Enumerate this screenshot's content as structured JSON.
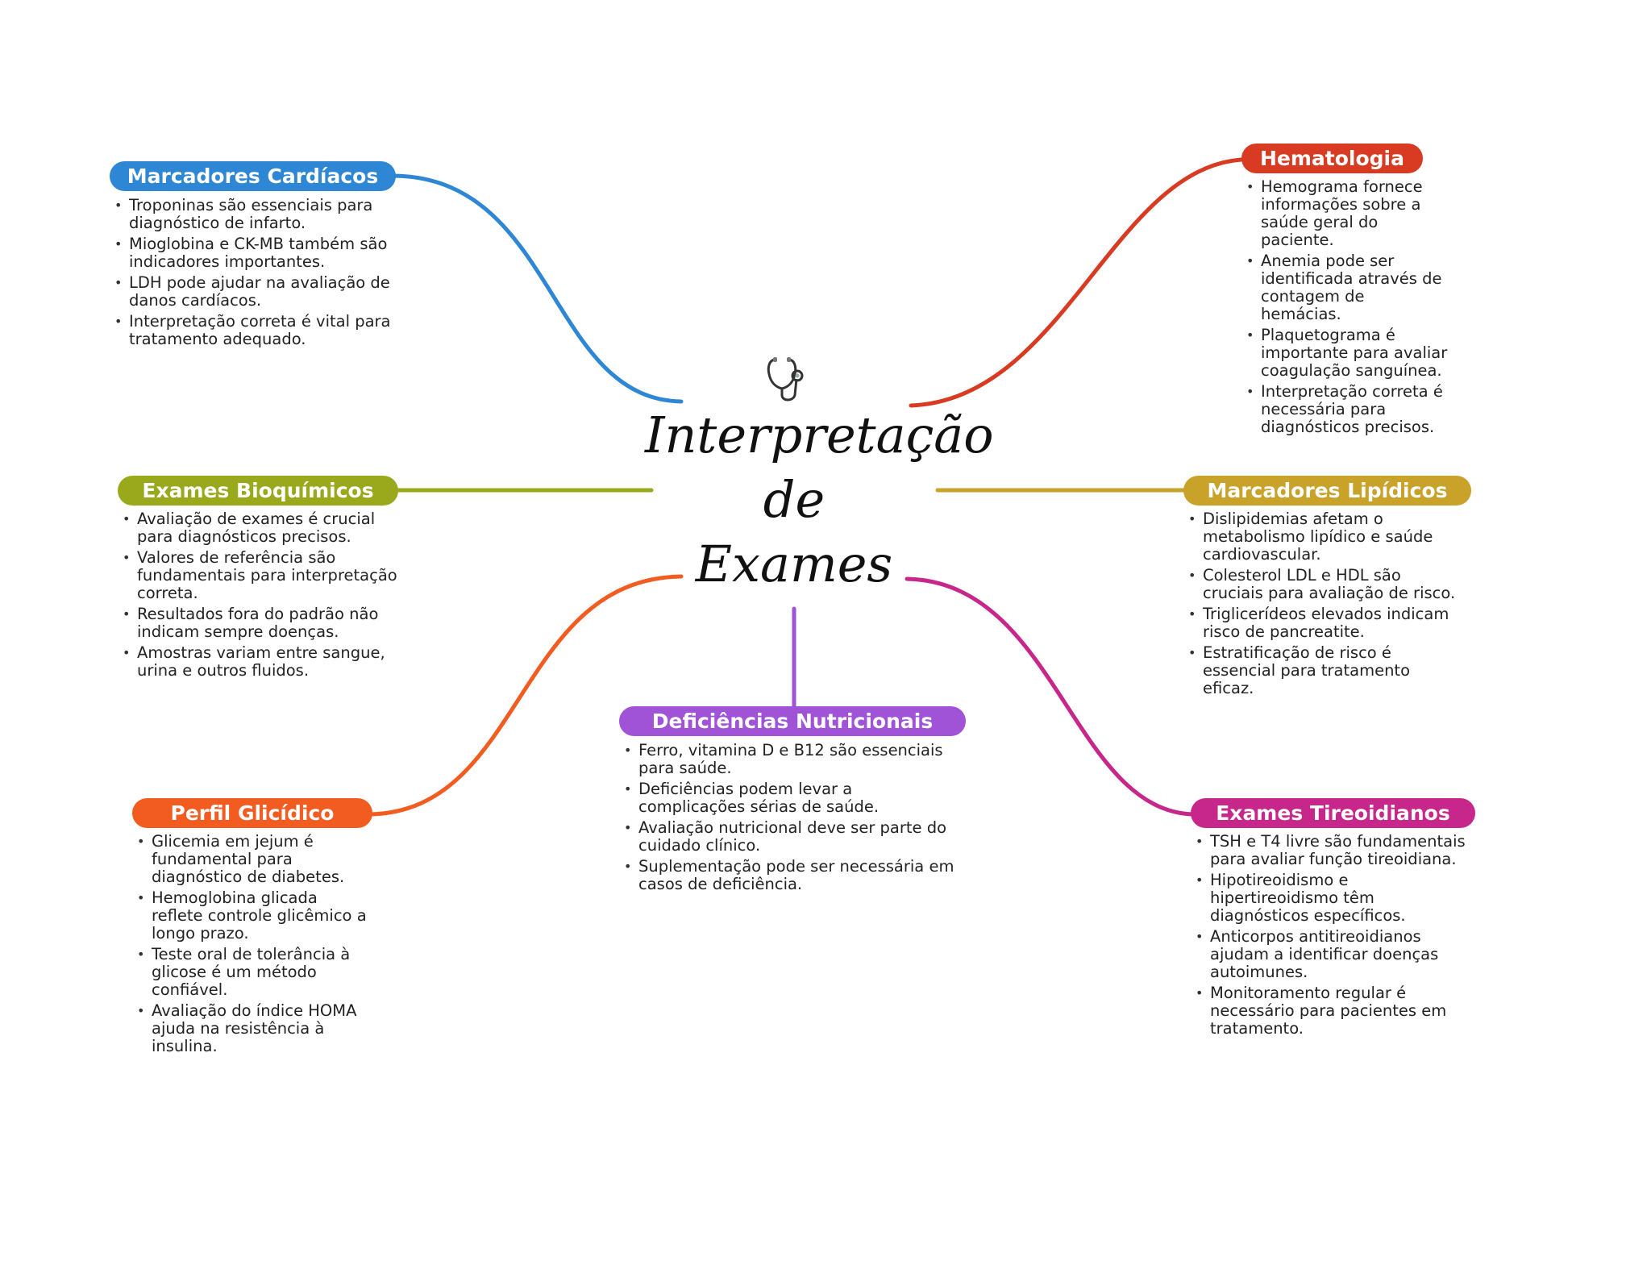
{
  "center": {
    "title_line1": "Interpretação",
    "title_line2": "de",
    "title_line3": "Exames",
    "icon": "stethoscope-icon"
  },
  "colors": {
    "cardiacos": "#2e87d4",
    "hematologia": "#d93a22",
    "bioquimicos": "#9aa81c",
    "lipidicos": "#c9a22a",
    "glicidico": "#f25c20",
    "tireoidianos": "#c7268a",
    "nutricionais": "#a053d6"
  },
  "branches": {
    "cardiacos": {
      "title": "Marcadores Cardíacos",
      "items": [
        "Troponinas são essenciais para diagnóstico de infarto.",
        "Mioglobina e CK-MB também são indicadores importantes.",
        "LDH pode ajudar na avaliação de danos cardíacos.",
        "Interpretação correta é vital para tratamento adequado."
      ]
    },
    "hematologia": {
      "title": "Hematologia",
      "items": [
        "Hemograma fornece informações sobre a saúde geral do paciente.",
        "Anemia pode ser identificada através de contagem de hemácias.",
        "Plaquetograma é importante para avaliar coagulação sanguínea.",
        "Interpretação correta é necessária para diagnósticos precisos."
      ]
    },
    "bioquimicos": {
      "title": "Exames Bioquímicos",
      "items": [
        "Avaliação de exames é crucial para diagnósticos precisos.",
        "Valores de referência são fundamentais para interpretação correta.",
        "Resultados fora do padrão não indicam sempre doenças.",
        "Amostras variam entre sangue, urina e outros fluidos."
      ]
    },
    "lipidicos": {
      "title": "Marcadores Lipídicos",
      "items": [
        "Dislipidemias afetam o metabolismo lipídico e saúde cardiovascular.",
        "Colesterol LDL e HDL são cruciais para avaliação de risco.",
        "Triglicerídeos elevados indicam risco de pancreatite.",
        "Estratificação de risco é essencial para tratamento eficaz."
      ]
    },
    "nutricionais": {
      "title": "Deficiências Nutricionais",
      "items": [
        "Ferro, vitamina D e B12 são essenciais para saúde.",
        "Deficiências podem levar a complicações sérias de saúde.",
        "Avaliação nutricional deve ser parte do cuidado clínico.",
        "Suplementação pode ser necessária em casos de deficiência."
      ]
    },
    "glicidico": {
      "title": "Perfil Glicídico",
      "items": [
        "Glicemia em jejum é fundamental para diagnóstico de diabetes.",
        "Hemoglobina glicada reflete controle glicêmico a longo prazo.",
        "Teste oral de tolerância à glicose é um método confiável.",
        "Avaliação do índice HOMA ajuda na resistência à insulina."
      ]
    },
    "tireoidianos": {
      "title": "Exames Tireoidianos",
      "items": [
        "TSH e T4 livre são fundamentais para avaliar função tireoidiana.",
        "Hipotireoidismo e hipertireoidismo têm diagnósticos específicos.",
        "Anticorpos antitireoidianos ajudam a identificar doenças autoimunes.",
        "Monitoramento regular é necessário para pacientes em tratamento."
      ]
    }
  }
}
